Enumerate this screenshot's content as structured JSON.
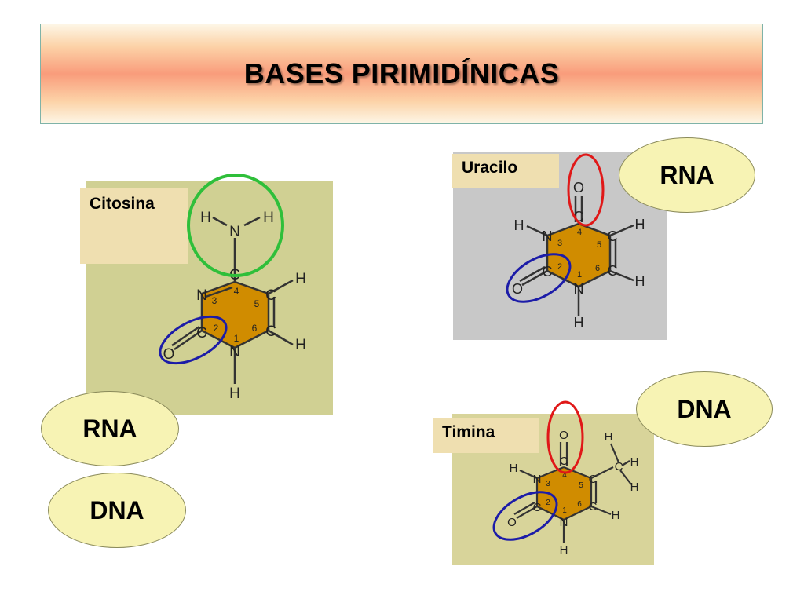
{
  "title": "BASES PIRIMIDÍNICAS",
  "molecules": {
    "cytosine": {
      "name": "Citosina",
      "atoms": {
        "n_top": "N",
        "h_left": "H",
        "h_right": "H",
        "c4": "C",
        "n3": "N",
        "c5": "C",
        "c6": "C",
        "c2": "C",
        "n1": "N",
        "o": "O",
        "h5": "H",
        "h6": "H",
        "h1": "H"
      },
      "numbers": {
        "n1": "1",
        "c2": "2",
        "n3": "3",
        "c4": "4",
        "c5": "5",
        "c6": "6"
      }
    },
    "uracil": {
      "name": "Uracilo",
      "atoms": {
        "o_top": "O",
        "c4": "C",
        "h3": "H",
        "n3": "N",
        "c5": "C",
        "c6": "C",
        "c2": "C",
        "n1": "N",
        "o": "O",
        "h5": "H",
        "h6": "H",
        "h1": "H"
      },
      "numbers": {
        "n1": "1",
        "c2": "2",
        "n3": "3",
        "c4": "4",
        "c5": "5",
        "c6": "6"
      }
    },
    "thymine": {
      "name": "Timina",
      "atoms": {
        "o_top": "O",
        "c4": "C",
        "h3": "H",
        "n3": "N",
        "c5": "C",
        "c_methyl": "C",
        "hm1": "H",
        "hm2": "H",
        "hm3": "H",
        "c6": "C",
        "c2": "C",
        "n1": "N",
        "o": "O",
        "h6": "H",
        "h1": "H"
      },
      "numbers": {
        "n1": "1",
        "c2": "2",
        "n3": "3",
        "c4": "4",
        "c5": "5",
        "c6": "6"
      }
    }
  },
  "badges": {
    "uracil_rna": "RNA",
    "thymine_dna": "DNA",
    "cytosine_rna": "RNA",
    "cytosine_dna": "DNA"
  },
  "colors": {
    "ring_fill": "#d08c00",
    "highlight_green": "#2fbf3a",
    "highlight_blue": "#1c1ca8",
    "highlight_red": "#e01818",
    "panel_olive": "#d0d093",
    "panel_gray": "#c8c8c8",
    "panel_khaki": "#d8d49a",
    "badge_fill": "#f7f3b4"
  }
}
